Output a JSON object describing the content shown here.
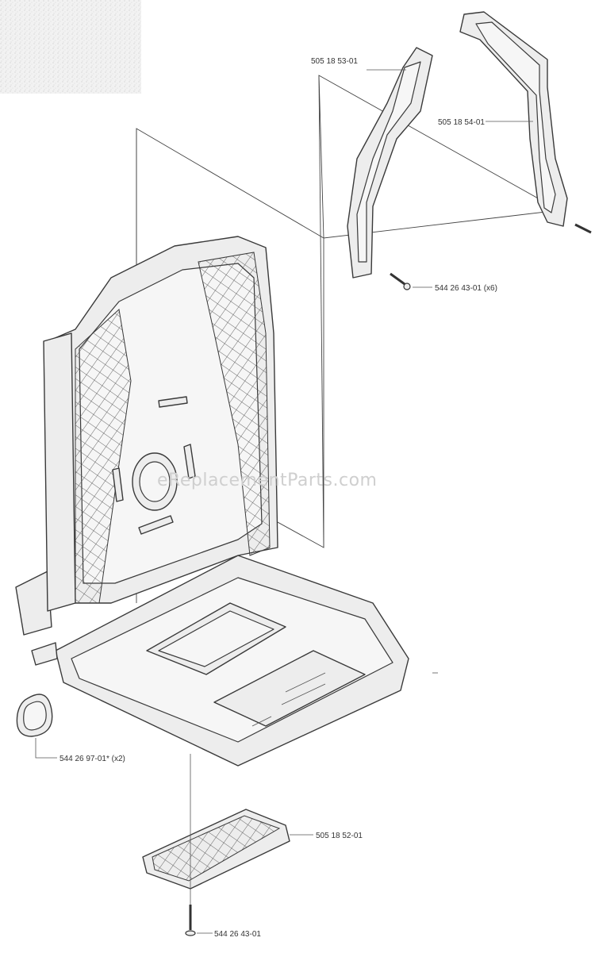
{
  "watermark": "eReplacementParts.com",
  "parts": {
    "handle_left": "505 18 53-01",
    "handle_right": "505 18 54-01",
    "screw_set": "544 26 43-01 (x6)",
    "grommet": "544 26 97-01* (x2)",
    "grille": "505 18 52-01",
    "screw_single": "544 26 43-01"
  },
  "colors": {
    "line": "#3a3a3a",
    "fill": "#ededed",
    "watermark": "#cfcfcf"
  }
}
